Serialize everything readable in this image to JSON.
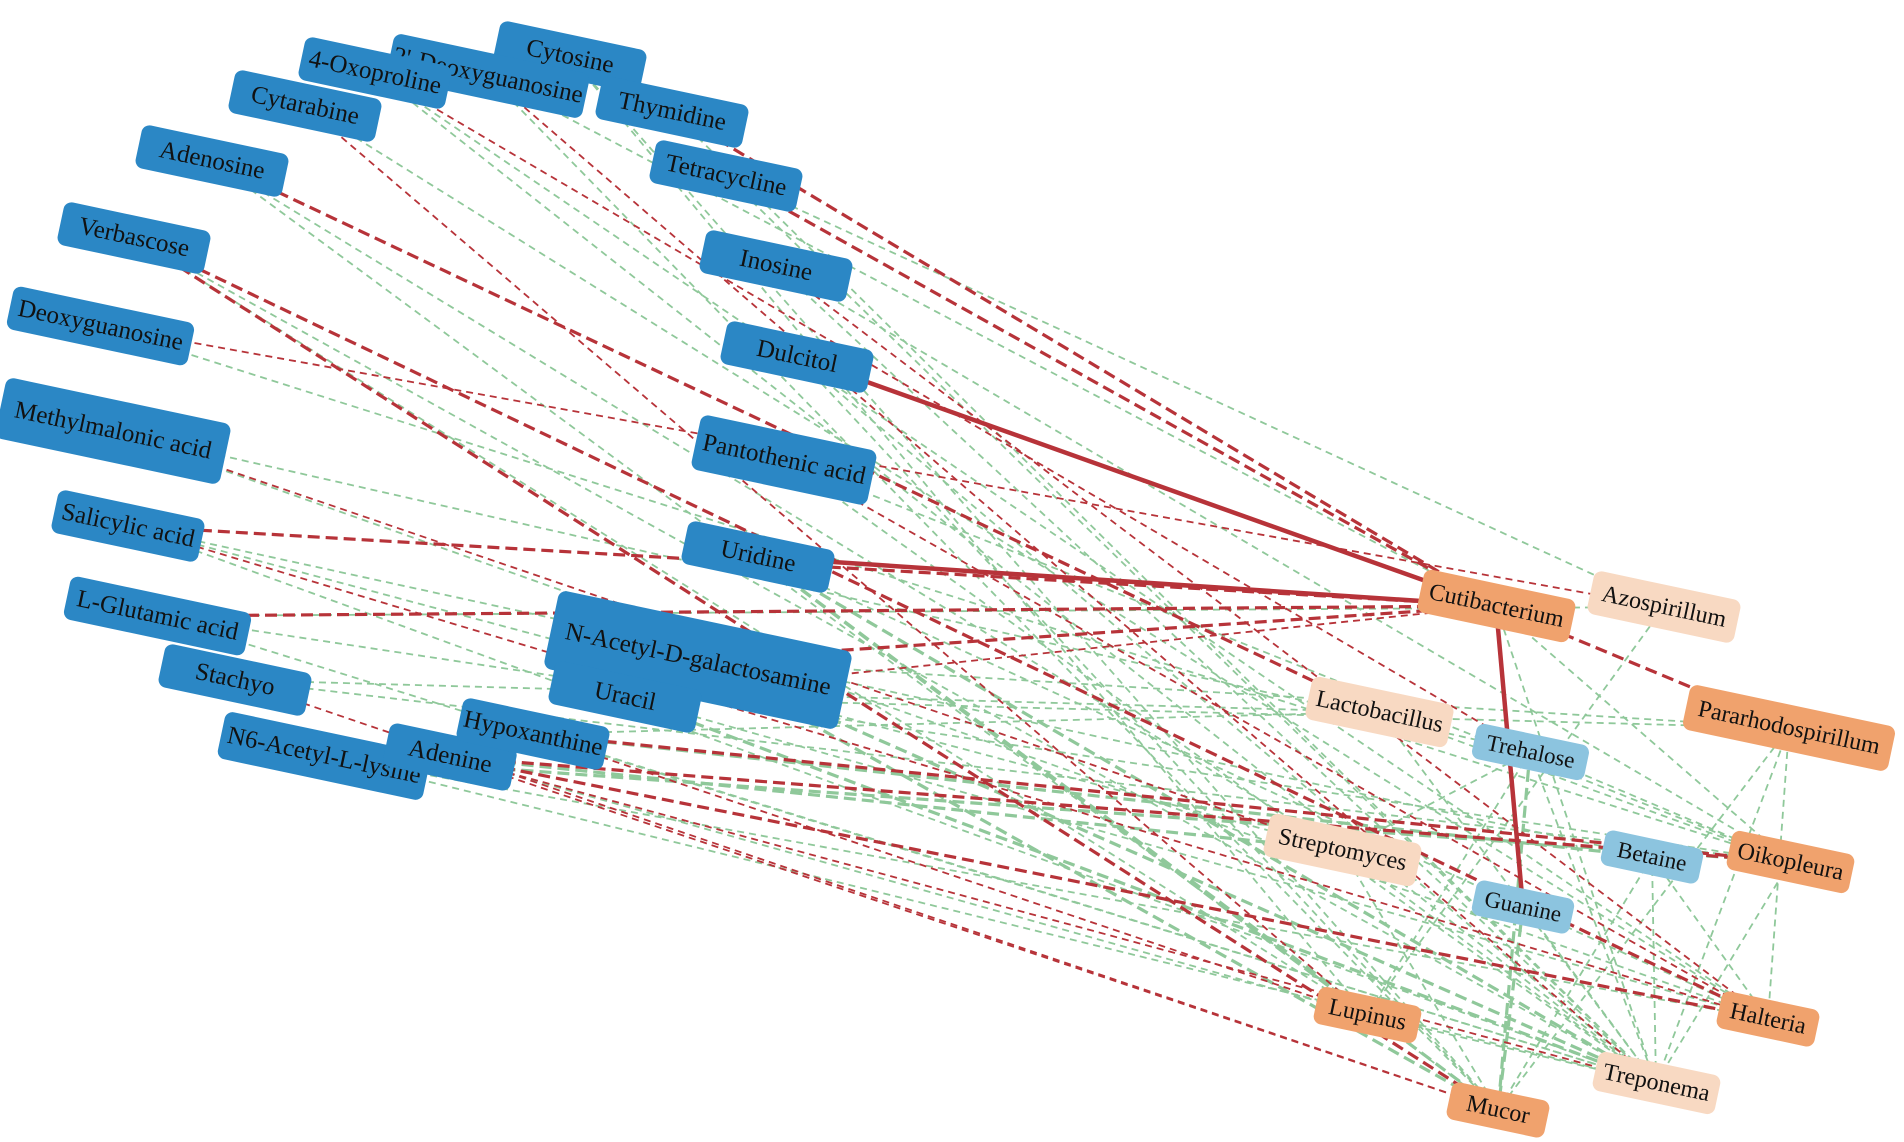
{
  "colors": {
    "metabolite": "#2b87c5",
    "metabolite_light": "#8cc4df",
    "genus_dark": "#f0a26d",
    "genus_light": "#f8d9c2",
    "positive_edge": "#b73339",
    "negative_edge": "#8fc89a"
  },
  "nodes": [
    {
      "id": "cytosine",
      "label": "Cytosine",
      "type": "metabolite"
    },
    {
      "id": "deoxyguanosine2",
      "label": "2'-Deoxyguanosine",
      "type": "metabolite"
    },
    {
      "id": "oxoproline",
      "label": "4-Oxoproline",
      "type": "metabolite"
    },
    {
      "id": "thymidine",
      "label": "Thymidine",
      "type": "metabolite"
    },
    {
      "id": "cytarabine",
      "label": "Cytarabine",
      "type": "metabolite"
    },
    {
      "id": "tetracycline",
      "label": "Tetracycline",
      "type": "metabolite"
    },
    {
      "id": "adenosine",
      "label": "Adenosine",
      "type": "metabolite"
    },
    {
      "id": "inosine",
      "label": "Inosine",
      "type": "metabolite"
    },
    {
      "id": "verbascose",
      "label": "Verbascose",
      "type": "metabolite"
    },
    {
      "id": "deoxyguanosine",
      "label": "Deoxyguanosine",
      "type": "metabolite"
    },
    {
      "id": "dulcitol",
      "label": "Dulcitol",
      "type": "metabolite"
    },
    {
      "id": "methylmalonic",
      "label": "Methylmalonic acid",
      "type": "metabolite"
    },
    {
      "id": "pantothenic",
      "label": "Pantothenic acid",
      "type": "metabolite"
    },
    {
      "id": "salicylic",
      "label": "Salicylic acid",
      "type": "metabolite"
    },
    {
      "id": "uridine",
      "label": "Uridine",
      "type": "metabolite"
    },
    {
      "id": "glutamic",
      "label": "L-Glutamic acid",
      "type": "metabolite"
    },
    {
      "id": "nacetylgal",
      "label": "N-Acetyl-D-galactosamine",
      "type": "metabolite"
    },
    {
      "id": "stachyo",
      "label": "Stachyo",
      "type": "metabolite"
    },
    {
      "id": "uracil",
      "label": "Uracil",
      "type": "metabolite"
    },
    {
      "id": "n6acetyl",
      "label": "N6-Acetyl-L-lysine",
      "type": "metabolite"
    },
    {
      "id": "adenine",
      "label": "Adenine",
      "type": "metabolite"
    },
    {
      "id": "hypoxanthine",
      "label": "Hypoxanthine",
      "type": "metabolite"
    },
    {
      "id": "trehalose",
      "label": "Trehalose",
      "type": "metabolite_light"
    },
    {
      "id": "betaine",
      "label": "Betaine",
      "type": "metabolite_light"
    },
    {
      "id": "guanine",
      "label": "Guanine",
      "type": "metabolite_light"
    },
    {
      "id": "cutibacterium",
      "label": "Cutibacterium",
      "type": "genus_dark"
    },
    {
      "id": "azospirillum",
      "label": "Azospirillum",
      "type": "genus_light"
    },
    {
      "id": "lactobacillus",
      "label": "Lactobacillus",
      "type": "genus_light"
    },
    {
      "id": "pararhodospirillum",
      "label": "Pararhodospirillum",
      "type": "genus_dark"
    },
    {
      "id": "streptomyces",
      "label": "Streptomyces",
      "type": "genus_light"
    },
    {
      "id": "oikopleura",
      "label": "Oikopleura",
      "type": "genus_dark"
    },
    {
      "id": "halteria",
      "label": "Halteria",
      "type": "genus_dark"
    },
    {
      "id": "lupinus",
      "label": "Lupinus",
      "type": "genus_dark"
    },
    {
      "id": "treponema",
      "label": "Treponema",
      "type": "genus_light"
    },
    {
      "id": "mucor",
      "label": "Mucor",
      "type": "genus_dark"
    }
  ],
  "edges": [
    {
      "source": "uridine",
      "target": "cutibacterium",
      "sign": "positive",
      "strength": 3
    },
    {
      "source": "dulcitol",
      "target": "cutibacterium",
      "sign": "positive",
      "strength": 3
    },
    {
      "source": "cutibacterium",
      "target": "guanine",
      "sign": "positive",
      "strength": 3
    },
    {
      "source": "tetracycline",
      "target": "cutibacterium",
      "sign": "positive",
      "strength": 2
    },
    {
      "source": "thymidine",
      "target": "cutibacterium",
      "sign": "positive",
      "strength": 2
    },
    {
      "source": "verbascose",
      "target": "mucor",
      "sign": "positive",
      "strength": 2
    },
    {
      "source": "verbascose",
      "target": "halteria",
      "sign": "positive",
      "strength": 2
    },
    {
      "source": "salicylic",
      "target": "cutibacterium",
      "sign": "positive",
      "strength": 2
    },
    {
      "source": "glutamic",
      "target": "cutibacterium",
      "sign": "positive",
      "strength": 2
    },
    {
      "source": "nacetylgal",
      "target": "cutibacterium",
      "sign": "positive",
      "strength": 2
    },
    {
      "source": "adenosine",
      "target": "lactobacillus",
      "sign": "positive",
      "strength": 2
    },
    {
      "source": "adenine",
      "target": "halteria",
      "sign": "positive",
      "strength": 2
    },
    {
      "source": "adenine",
      "target": "oikopleura",
      "sign": "positive",
      "strength": 2
    },
    {
      "source": "hypoxanthine",
      "target": "oikopleura",
      "sign": "positive",
      "strength": 2
    },
    {
      "source": "cutibacterium",
      "target": "pararhodospirillum",
      "sign": "positive",
      "strength": 2
    },
    {
      "source": "deoxyguanosine",
      "target": "azospirillum",
      "sign": "positive",
      "strength": 1
    },
    {
      "source": "methylmalonic",
      "target": "streptomyces",
      "sign": "positive",
      "strength": 1
    },
    {
      "source": "cytarabine",
      "target": "lupinus",
      "sign": "positive",
      "strength": 1
    },
    {
      "source": "oxoproline",
      "target": "trehalose",
      "sign": "positive",
      "strength": 1
    },
    {
      "source": "salicylic",
      "target": "halteria",
      "sign": "positive",
      "strength": 1
    },
    {
      "source": "uracil",
      "target": "cutibacterium",
      "sign": "positive",
      "strength": 1
    },
    {
      "source": "adenine",
      "target": "treponema",
      "sign": "positive",
      "strength": 1
    },
    {
      "source": "adenine",
      "target": "mucor",
      "sign": "positive",
      "strength": 1
    },
    {
      "source": "pantothenic",
      "target": "halteria",
      "sign": "positive",
      "strength": 1
    },
    {
      "source": "deoxyguanosine2",
      "target": "treponema",
      "sign": "positive",
      "strength": 1
    },
    {
      "source": "inosine",
      "target": "halteria",
      "sign": "positive",
      "strength": 1
    },
    {
      "source": "hypoxanthine",
      "target": "lupinus",
      "sign": "positive",
      "strength": 1
    },
    {
      "source": "stachyo",
      "target": "mucor",
      "sign": "positive",
      "strength": 1
    },
    {
      "source": "uridine",
      "target": "mucor",
      "sign": "negative",
      "strength": 2
    },
    {
      "source": "uridine",
      "target": "treponema",
      "sign": "negative",
      "strength": 2
    },
    {
      "source": "uridine",
      "target": "lupinus",
      "sign": "negative",
      "strength": 2
    },
    {
      "source": "nacetylgal",
      "target": "treponema",
      "sign": "negative",
      "strength": 2
    },
    {
      "source": "nacetylgal",
      "target": "mucor",
      "sign": "negative",
      "strength": 2
    },
    {
      "source": "uracil",
      "target": "treponema",
      "sign": "negative",
      "strength": 2
    },
    {
      "source": "trehalose",
      "target": "mucor",
      "sign": "negative",
      "strength": 2
    },
    {
      "source": "guanine",
      "target": "mucor",
      "sign": "negative",
      "strength": 2
    },
    {
      "source": "adenine",
      "target": "streptomyces",
      "sign": "negative",
      "strength": 2
    },
    {
      "source": "hypoxanthine",
      "target": "betaine",
      "sign": "negative",
      "strength": 2
    },
    {
      "source": "n6acetyl",
      "target": "oikopleura",
      "sign": "negative",
      "strength": 2
    },
    {
      "source": "dulcitol",
      "target": "treponema",
      "sign": "negative",
      "strength": 1
    },
    {
      "source": "dulcitol",
      "target": "mucor",
      "sign": "negative",
      "strength": 1
    },
    {
      "source": "cytosine",
      "target": "mucor",
      "sign": "negative",
      "strength": 1
    },
    {
      "source": "oxoproline",
      "target": "treponema",
      "sign": "negative",
      "strength": 1
    },
    {
      "source": "oxoproline",
      "target": "halteria",
      "sign": "negative",
      "strength": 1
    },
    {
      "source": "deoxyguanosine2",
      "target": "mucor",
      "sign": "negative",
      "strength": 1
    },
    {
      "source": "deoxyguanosine2",
      "target": "cutibacterium",
      "sign": "negative",
      "strength": 1
    },
    {
      "source": "thymidine",
      "target": "treponema",
      "sign": "negative",
      "strength": 1
    },
    {
      "source": "tetracycline",
      "target": "treponema",
      "sign": "negative",
      "strength": 1
    },
    {
      "source": "tetracycline",
      "target": "azospirillum",
      "sign": "negative",
      "strength": 1
    },
    {
      "source": "inosine",
      "target": "oikopleura",
      "sign": "negative",
      "strength": 1
    },
    {
      "source": "inosine",
      "target": "treponema",
      "sign": "negative",
      "strength": 1
    },
    {
      "source": "adenosine",
      "target": "streptomyces",
      "sign": "negative",
      "strength": 1
    },
    {
      "source": "verbascose",
      "target": "lupinus",
      "sign": "negative",
      "strength": 1
    },
    {
      "source": "methylmalonic",
      "target": "trehalose",
      "sign": "negative",
      "strength": 1
    },
    {
      "source": "salicylic",
      "target": "betaine",
      "sign": "negative",
      "strength": 1
    },
    {
      "source": "salicylic",
      "target": "streptomyces",
      "sign": "negative",
      "strength": 1
    },
    {
      "source": "glutamic",
      "target": "oikopleura",
      "sign": "negative",
      "strength": 1
    },
    {
      "source": "glutamic",
      "target": "treponema",
      "sign": "negative",
      "strength": 1
    },
    {
      "source": "stachyo",
      "target": "lactobacillus",
      "sign": "negative",
      "strength": 1
    },
    {
      "source": "stachyo",
      "target": "oikopleura",
      "sign": "negative",
      "strength": 1
    },
    {
      "source": "pantothenic",
      "target": "treponema",
      "sign": "negative",
      "strength": 1
    },
    {
      "source": "pantothenic",
      "target": "oikopleura",
      "sign": "negative",
      "strength": 1
    },
    {
      "source": "cytarabine",
      "target": "halteria",
      "sign": "negative",
      "strength": 1
    },
    {
      "source": "n6acetyl",
      "target": "treponema",
      "sign": "negative",
      "strength": 1
    },
    {
      "source": "n6acetyl",
      "target": "halteria",
      "sign": "negative",
      "strength": 1
    },
    {
      "source": "adenine",
      "target": "lupinus",
      "sign": "negative",
      "strength": 1
    },
    {
      "source": "hypoxanthine",
      "target": "treponema",
      "sign": "negative",
      "strength": 1
    },
    {
      "source": "hypoxanthine",
      "target": "lactobacillus",
      "sign": "negative",
      "strength": 1
    },
    {
      "source": "uracil",
      "target": "pararhodospirillum",
      "sign": "negative",
      "strength": 1
    },
    {
      "source": "uracil",
      "target": "halteria",
      "sign": "negative",
      "strength": 1
    },
    {
      "source": "cutibacterium",
      "target": "oikopleura",
      "sign": "negative",
      "strength": 1
    },
    {
      "source": "cutibacterium",
      "target": "treponema",
      "sign": "negative",
      "strength": 1
    },
    {
      "source": "azospirillum",
      "target": "lupinus",
      "sign": "negative",
      "strength": 1
    },
    {
      "source": "trehalose",
      "target": "treponema",
      "sign": "negative",
      "strength": 1
    },
    {
      "source": "trehalose",
      "target": "oikopleura",
      "sign": "negative",
      "strength": 1
    },
    {
      "source": "trehalose",
      "target": "lupinus",
      "sign": "negative",
      "strength": 1
    },
    {
      "source": "trehalose",
      "target": "streptomyces",
      "sign": "negative",
      "strength": 1
    },
    {
      "source": "betaine",
      "target": "treponema",
      "sign": "negative",
      "strength": 1
    },
    {
      "source": "betaine",
      "target": "halteria",
      "sign": "negative",
      "strength": 1
    },
    {
      "source": "betaine",
      "target": "mucor",
      "sign": "negative",
      "strength": 1
    },
    {
      "source": "guanine",
      "target": "treponema",
      "sign": "negative",
      "strength": 1
    },
    {
      "source": "lactobacillus",
      "target": "oikopleura",
      "sign": "negative",
      "strength": 1
    },
    {
      "source": "lactobacillus",
      "target": "treponema",
      "sign": "negative",
      "strength": 1
    },
    {
      "source": "streptomyces",
      "target": "treponema",
      "sign": "negative",
      "strength": 1
    },
    {
      "source": "streptomyces",
      "target": "mucor",
      "sign": "negative",
      "strength": 1
    },
    {
      "source": "pararhodospirillum",
      "target": "treponema",
      "sign": "negative",
      "strength": 1
    },
    {
      "source": "pararhodospirillum",
      "target": "mucor",
      "sign": "negative",
      "strength": 1
    },
    {
      "source": "pararhodospirillum",
      "target": "halteria",
      "sign": "negative",
      "strength": 1
    },
    {
      "source": "oikopleura",
      "target": "treponema",
      "sign": "negative",
      "strength": 1
    },
    {
      "source": "lupinus",
      "target": "treponema",
      "sign": "negative",
      "strength": 1
    },
    {
      "source": "verbascose",
      "target": "treponema",
      "sign": "negative",
      "strength": 1
    },
    {
      "source": "adenosine",
      "target": "mucor",
      "sign": "negative",
      "strength": 1
    },
    {
      "source": "cytosine",
      "target": "lupinus",
      "sign": "negative",
      "strength": 1
    },
    {
      "source": "deoxyguanosine",
      "target": "oikopleura",
      "sign": "negative",
      "strength": 1
    },
    {
      "source": "methylmalonic",
      "target": "halteria",
      "sign": "negative",
      "strength": 1
    },
    {
      "source": "salicylic",
      "target": "treponema",
      "sign": "negative",
      "strength": 1
    },
    {
      "source": "glutamic",
      "target": "azospirillum",
      "sign": "negative",
      "strength": 1
    },
    {
      "source": "nacetylgal",
      "target": "pararhodospirillum",
      "sign": "negative",
      "strength": 1
    },
    {
      "source": "uridine",
      "target": "halteria",
      "sign": "negative",
      "strength": 1
    }
  ]
}
